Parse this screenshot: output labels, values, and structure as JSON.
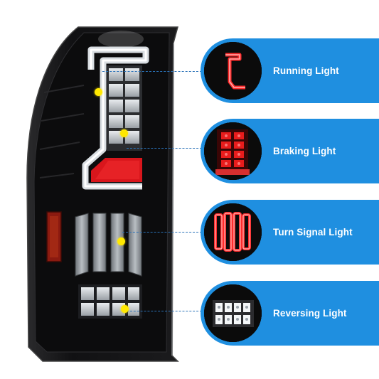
{
  "labels": {
    "running": "Running Light",
    "braking": "Braking Light",
    "turn": "Turn Signal Light",
    "reversing": "Reversing Light"
  },
  "icons": {
    "running": "running-light-icon",
    "braking": "braking-light-icon",
    "turn": "turn-signal-icon",
    "reversing": "reversing-light-icon"
  },
  "colors": {
    "accent": "#1f8fe0",
    "leader": "#2a72b8",
    "marker": "#ffe800",
    "led_red": "#ff2b2b",
    "housing": "#0f0f10"
  }
}
